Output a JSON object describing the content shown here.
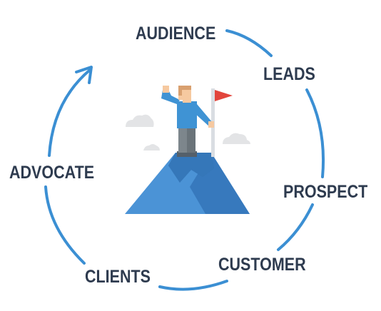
{
  "colors": {
    "ring": "#3b8fd3",
    "label": "#2e3b4f",
    "mountain_light": "#4b93d6",
    "mountain_dark": "#3779bd",
    "mountain_peak": "#2f6aa8",
    "flag": "#e2453c",
    "pole": "#d9dde2",
    "cloud": "#e3e4e6",
    "shirt": "#3f93d4",
    "pants": "#7d868c",
    "boots": "#55606a",
    "skin": "#f6c9a0",
    "hair": "#d9a06f"
  },
  "icons": {
    "mountain": "mountain-icon",
    "person": "climber-icon",
    "flag": "summit-flag-icon",
    "cloud": "cloud-icon",
    "arrow": "cycle-arrow-icon"
  },
  "stages": {
    "audience": "AUDIENCE",
    "leads": "LEADS",
    "prospect": "PROSPECT",
    "customer": "CUSTOMER",
    "clients": "CLIENTS",
    "advocate": "ADVOCATE"
  }
}
